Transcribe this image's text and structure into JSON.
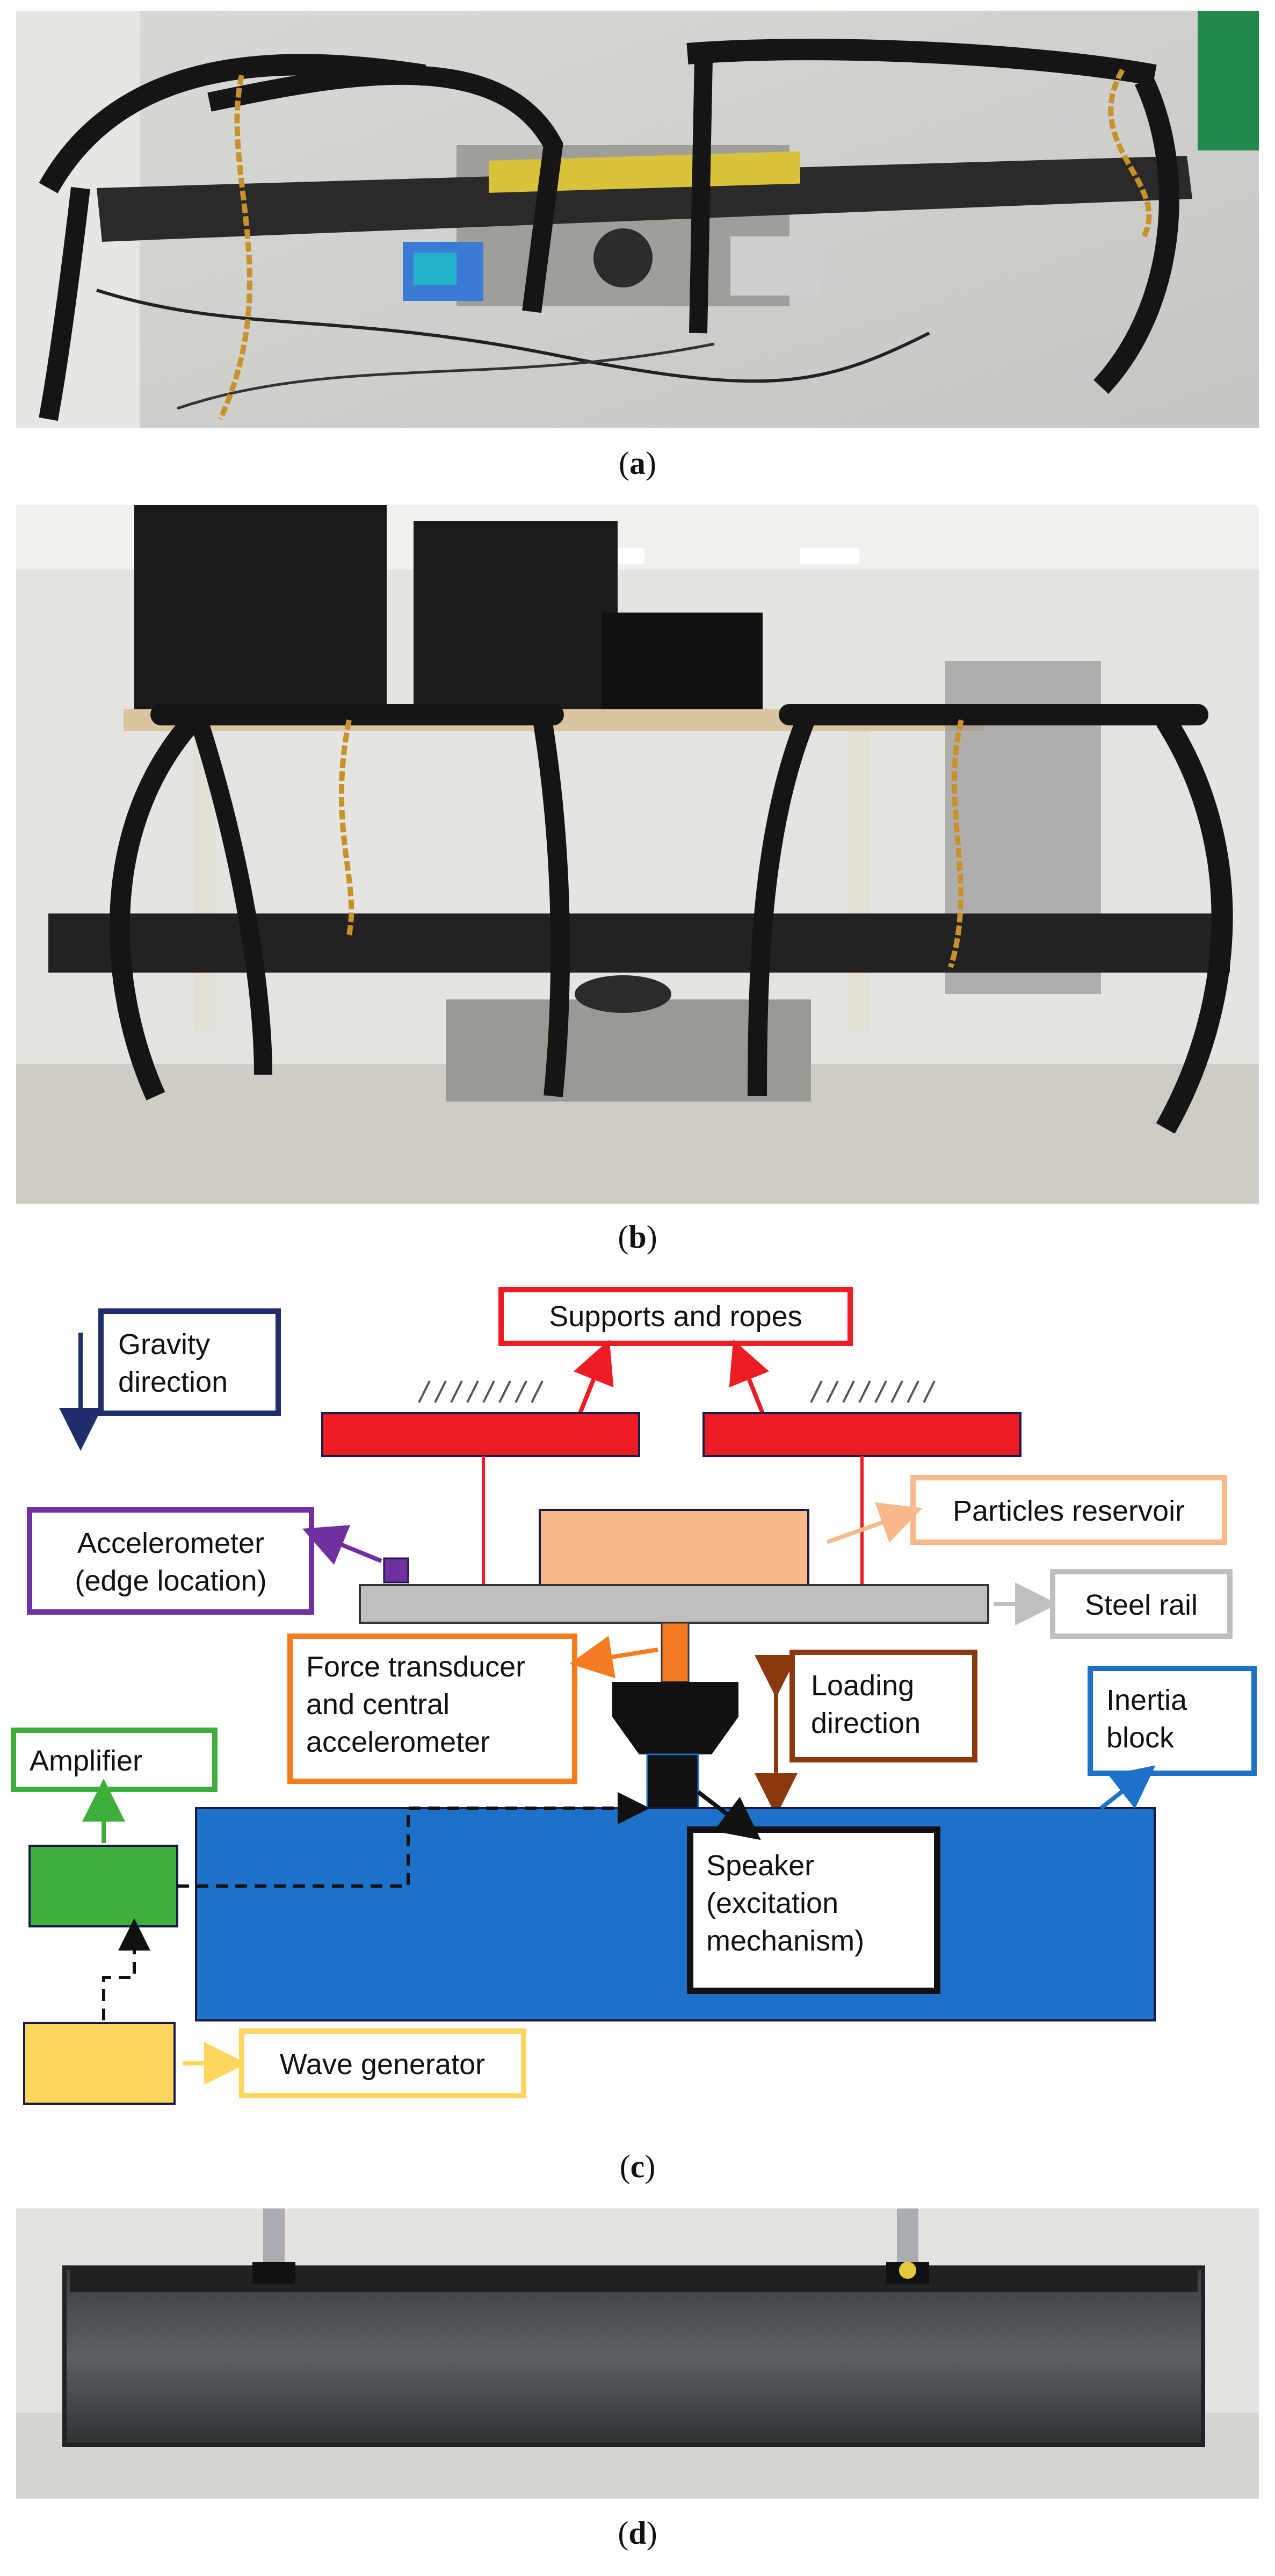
{
  "captions": {
    "a": "a",
    "b": "b",
    "c": "c",
    "d": "d"
  },
  "diagram": {
    "supports_label": "Supports and ropes",
    "gravity_label_1": "Gravity",
    "gravity_label_2": "direction",
    "particles_label": "Particles reservoir",
    "accelerometer_label_1": "Accelerometer",
    "accelerometer_label_2": "(edge location)",
    "steel_rail_label": "Steel rail",
    "force_label_1": "Force transducer",
    "force_label_2": "and central",
    "force_label_3": "accelerometer",
    "loading_label_1": "Loading",
    "loading_label_2": "direction",
    "inertia_label_1": "Inertia",
    "inertia_label_2": "block",
    "amplifier_label": "Amplifier",
    "speaker_label_1": "Speaker",
    "speaker_label_2": "(excitation",
    "speaker_label_3": "mechanism)",
    "wave_label": "Wave generator"
  },
  "colors": {
    "supports": "#ee1c24",
    "gravity": "#1f2d6b",
    "particles": "#f9b98a",
    "accelerometer": "#7030a0",
    "rail": "#bfbfbf",
    "force": "#f47b20",
    "loading": "#8b3a0f",
    "inertia": "#1d71c9",
    "amplifier": "#3daf3a",
    "speaker": "#111111",
    "wave": "#ffd75e"
  }
}
